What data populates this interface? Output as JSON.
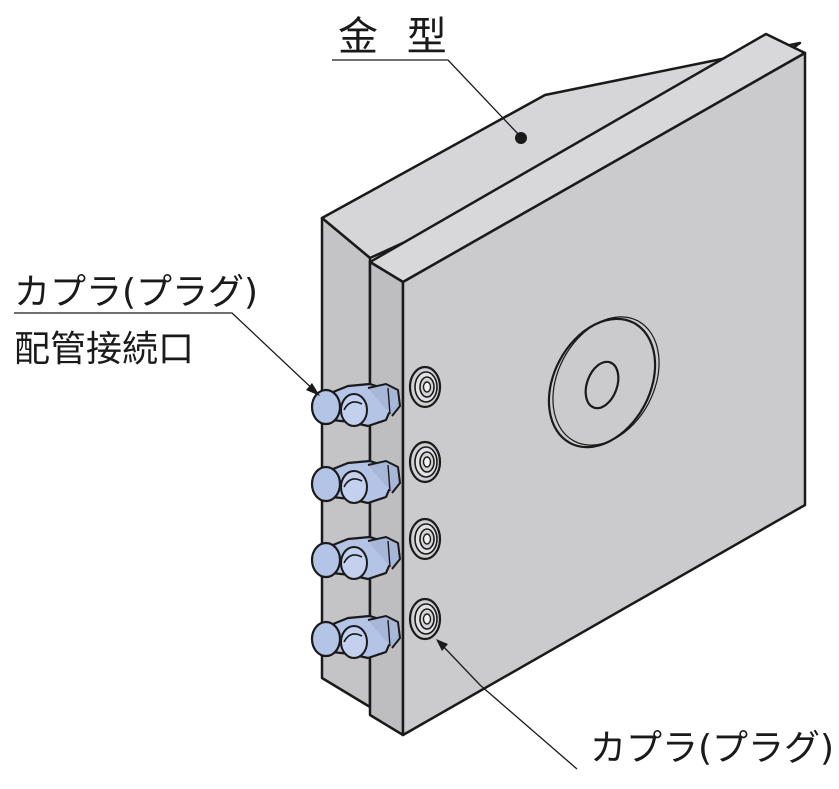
{
  "labels": {
    "mold": "金 型",
    "coupler_port": "カプラ(プラグ)",
    "piping_port": "配管接続口",
    "coupler_plug": "カプラ(プラグ)"
  },
  "colors": {
    "plate_front": "#cbcbcd",
    "plate_side": "#bebec0",
    "plate_top": "#d6d6d8",
    "fitting": "#b4c4e6",
    "outline": "#1a1a1a"
  },
  "icons": {
    "elbow_fitting": "elbow-fitting-icon",
    "coupler_plug": "coupler-plug-icon"
  }
}
